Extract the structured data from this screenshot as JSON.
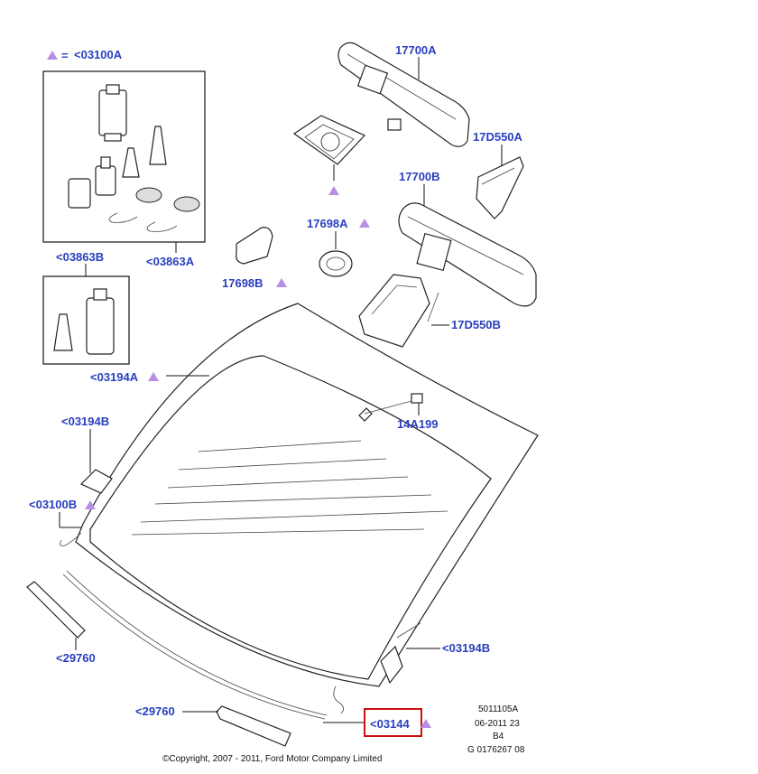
{
  "legend": {
    "symbol": "▲",
    "equals": "=",
    "ref": "<03100A"
  },
  "labels": {
    "l17700A": "17700A",
    "l17D550A": "17D550A",
    "l17700B": "17700B",
    "l17698A": "17698A",
    "l17698B": "17698B",
    "l17D550B": "17D550B",
    "l03863B": "<03863B",
    "l03863A": "<03863A",
    "l03194A": "<03194A",
    "l03194B_left": "<03194B",
    "l14A199": "14A199",
    "l03100B": "<03100B",
    "l29760_top": "<29760",
    "l03194B_right": "<03194B",
    "l29760_bottom": "<29760",
    "l03144": "<03144"
  },
  "meta": {
    "line1": "5011105A",
    "line2": "06-2011 23",
    "line3": "B4",
    "line4": "G 0176267 08"
  },
  "copyright": "©Copyright, 2007 - 2011, Ford Motor Company Limited",
  "colors": {
    "label": "#2a3fbf",
    "marker": "#b98ee6",
    "highlight": "#cc1111"
  }
}
